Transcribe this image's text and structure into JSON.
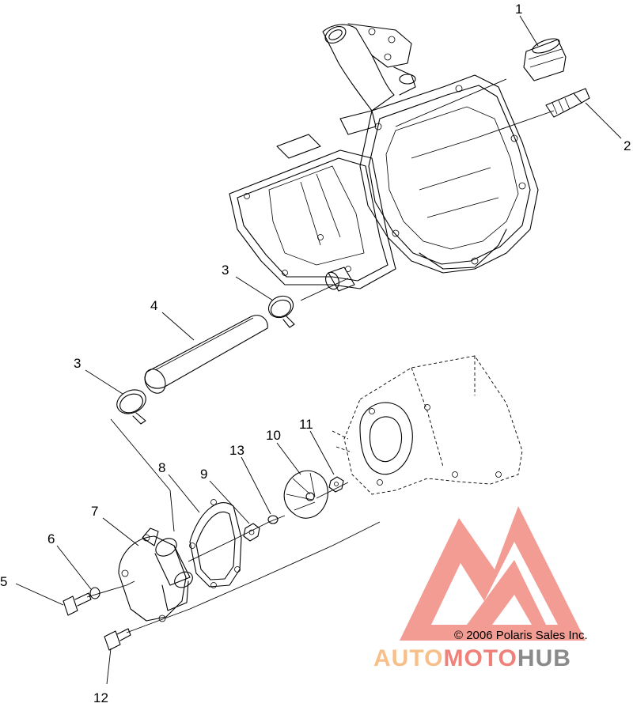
{
  "callouts": [
    {
      "id": "1",
      "label": "1"
    },
    {
      "id": "2",
      "label": "2"
    },
    {
      "id": "3a",
      "label": "3"
    },
    {
      "id": "4",
      "label": "4"
    },
    {
      "id": "3b",
      "label": "3"
    },
    {
      "id": "5",
      "label": "5"
    },
    {
      "id": "6",
      "label": "6"
    },
    {
      "id": "7",
      "label": "7"
    },
    {
      "id": "8",
      "label": "8"
    },
    {
      "id": "9",
      "label": "9"
    },
    {
      "id": "13",
      "label": "13"
    },
    {
      "id": "10",
      "label": "10"
    },
    {
      "id": "11",
      "label": "11"
    },
    {
      "id": "12",
      "label": "12"
    }
  ],
  "copyright": "© 2006 Polaris Sales Inc.",
  "watermark": {
    "part1": "AUTO",
    "part2": "MOTO",
    "part3": "HUB",
    "color_auto": "#f7c08a",
    "color_moto": "#f0807a",
    "color_hub": "#8a8a8a",
    "logo_color": "#f28b82"
  }
}
